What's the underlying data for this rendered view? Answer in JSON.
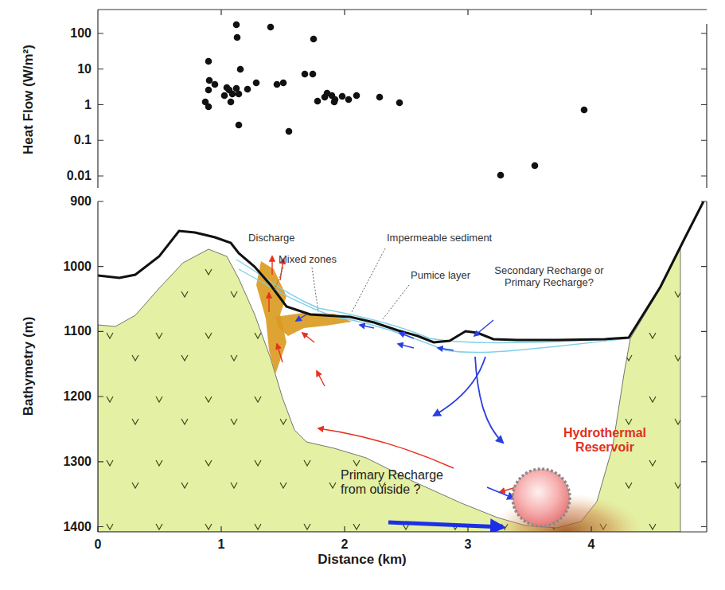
{
  "diagram": {
    "nodes": [
      {
        "text": [
          "Hydrothermal Reservoir"
        ]
      }
    ],
    "labels": [
      "100",
      "10",
      "1",
      "0.1",
      "0.01",
      "Heat Flow (W/m²)",
      "900",
      "1000",
      "1100",
      "1200",
      "1300",
      "1400",
      "Bathymetry (m)",
      "0",
      "1",
      "2",
      "3",
      "4",
      "Distance (km)",
      "Discharge",
      "Mixed zones",
      "Impermeable sediment",
      "Pumice layer",
      "Secondary Recharge or Primary Recharge?",
      "Primary Recharge from ouiside ?"
    ]
  }
}
